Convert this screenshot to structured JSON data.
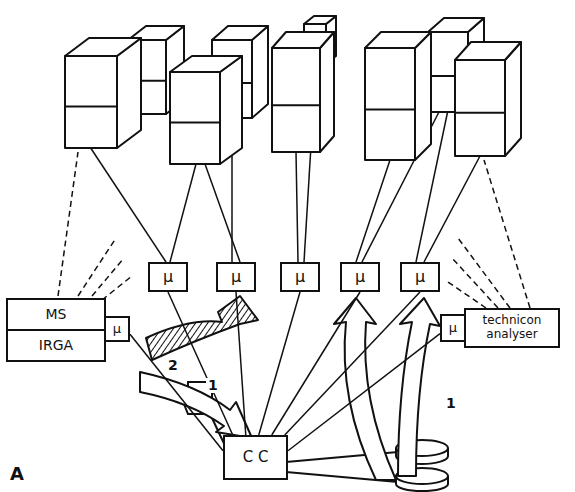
{
  "diagram": {
    "nodes": [
      {
        "text": [
          "μ"
        ]
      },
      {
        "text": [
          "μ"
        ]
      },
      {
        "text": [
          "μ"
        ]
      },
      {
        "text": [
          "μ"
        ]
      },
      {
        "text": [
          "μ"
        ]
      },
      {
        "text": [
          "MS",
          "IRGA"
        ]
      },
      {
        "text": [
          "μ"
        ]
      },
      {
        "text": [
          "μ"
        ]
      },
      {
        "text": [
          "technicon analyser"
        ]
      },
      {
        "text": [
          "C C"
        ]
      }
    ],
    "edges": [
      {
        "from": 0,
        "to": 9,
        "arrow": "none"
      },
      {
        "from": 1,
        "to": 9,
        "arrow": "none"
      },
      {
        "from": 2,
        "to": 9,
        "arrow": "none"
      },
      {
        "from": 3,
        "to": 9,
        "arrow": "none"
      },
      {
        "from": 4,
        "to": 9,
        "arrow": "none"
      },
      {
        "from": 6,
        "to": 9,
        "arrow": "none"
      },
      {
        "from": 7,
        "to": 9,
        "arrow": "none"
      }
    ],
    "labels": [
      "2",
      "1",
      "1",
      "A"
    ]
  }
}
